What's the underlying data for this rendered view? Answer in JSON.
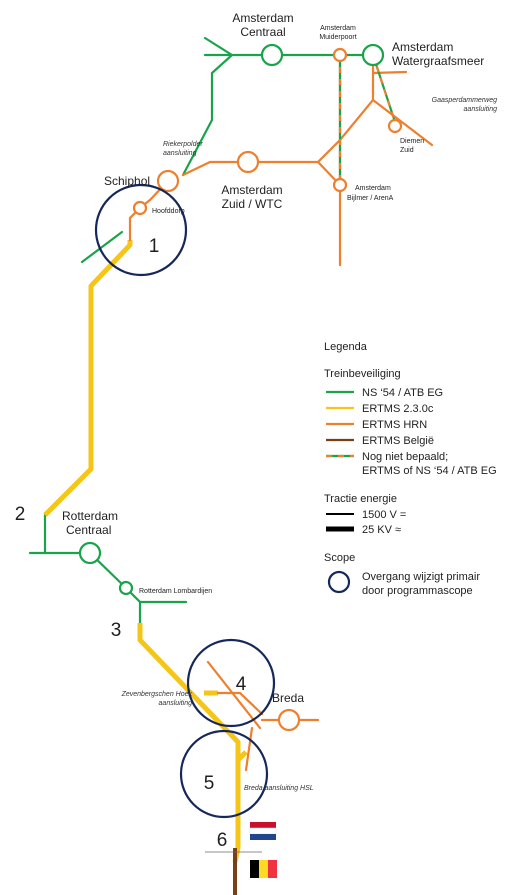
{
  "colors": {
    "ns54": "#19a34a",
    "ertms230": "#f5c518",
    "hrn": "#ee7f2d",
    "belgie": "#7b3f16",
    "scope": "#16285a",
    "nl_red": "#c8102e",
    "nl_blue": "#21468b",
    "be_black": "#000000",
    "be_yellow": "#fdda24",
    "be_red": "#ef3340"
  },
  "stations": {
    "amsterdam_centraal": [
      "Amsterdam",
      "Centraal"
    ],
    "amsterdam_muiderpoort": [
      "Amsterdam",
      "Muiderpoort"
    ],
    "amsterdam_watergraafsmeer": [
      "Amsterdam",
      "Watergraafsmeer"
    ],
    "gaasperdammerweg": [
      "Gaasperdammerweg",
      "aansluiting"
    ],
    "diemen_zuid": [
      "Diemen",
      "Zuid"
    ],
    "riekerpolder": [
      "Riekerpolder",
      "aansluiting"
    ],
    "schiphol": "Schiphol",
    "hoofddorp": "Hoofddorp",
    "amsterdam_zuid": [
      "Amsterdam",
      "Zuid / WTC"
    ],
    "bijlmer": [
      "Amsterdam",
      "Bijlmer / ArenA"
    ],
    "rotterdam_centraal": [
      "Rotterdam",
      "Centraal"
    ],
    "rotterdam_lombardijen": "Rotterdam Lombardijen",
    "zevenbergschen_hoek": [
      "Zevenbergschen Hoek",
      "aansluiting"
    ],
    "breda": "Breda",
    "breda_aansluiting": "Breda aansluiting HSL"
  },
  "markers": [
    "1",
    "2",
    "3",
    "4",
    "5",
    "6"
  ],
  "legend": {
    "title": "Legenda",
    "treinbeveiliging": {
      "heading": "Treinbeveiliging",
      "items": [
        {
          "label": "NS ‘54 / ATB EG",
          "color": "ns54"
        },
        {
          "label": "ERTMS 2.3.0c",
          "color": "ertms230"
        },
        {
          "label": "ERTMS HRN",
          "color": "hrn"
        },
        {
          "label": "ERTMS België",
          "color": "belgie"
        },
        {
          "label": "Nog niet bepaald;",
          "label2": "ERTMS of NS ‘54 / ATB EG",
          "color": "mixed"
        }
      ]
    },
    "tractie": {
      "heading": "Tractie energie",
      "items": [
        "1500 V =",
        "25 KV ≈"
      ]
    },
    "scope": {
      "heading": "Scope",
      "lines": [
        "Overgang wijzigt primair",
        "door programmascope"
      ]
    }
  }
}
